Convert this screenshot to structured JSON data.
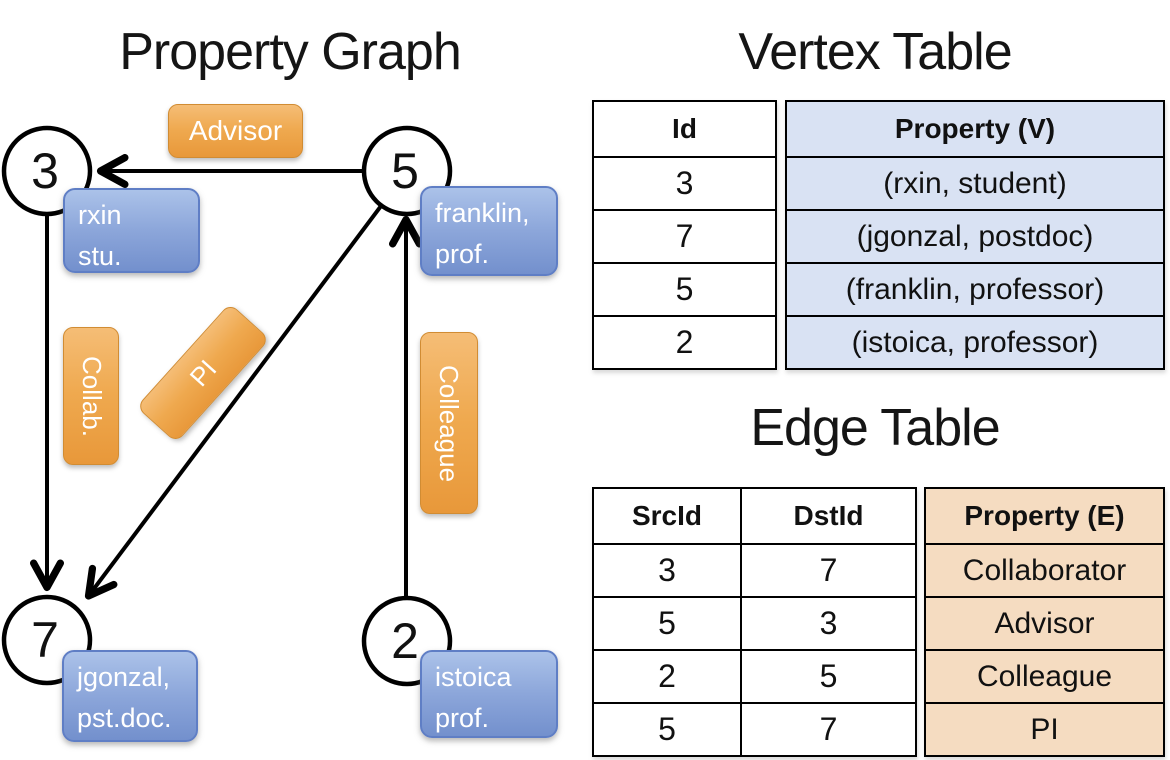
{
  "panel_graph": {
    "title": "Property Graph",
    "nodes": [
      {
        "id": "3",
        "prop1": "rxin",
        "prop2": "stu."
      },
      {
        "id": "5",
        "prop1": "franklin,",
        "prop2": "prof."
      },
      {
        "id": "7",
        "prop1": "jgonzal,",
        "prop2": "pst.doc."
      },
      {
        "id": "2",
        "prop1": "istoica",
        "prop2": "prof."
      }
    ],
    "edge_labels": {
      "advisor": "Advisor",
      "collab": "Collab.",
      "pi": "PI",
      "colleague": "Colleague"
    }
  },
  "panel_vertex": {
    "title": "Vertex Table",
    "col_id": "Id",
    "col_property": "Property (V)",
    "rows": [
      {
        "id": "3",
        "property": "(rxin, student)"
      },
      {
        "id": "7",
        "property": "(jgonzal, postdoc)"
      },
      {
        "id": "5",
        "property": "(franklin, professor)"
      },
      {
        "id": "2",
        "property": "(istoica, professor)"
      }
    ]
  },
  "panel_edge": {
    "title": "Edge Table",
    "col_src": "SrcId",
    "col_dst": "DstId",
    "col_property": "Property (E)",
    "rows": [
      {
        "src": "3",
        "dst": "7",
        "property": "Collaborator"
      },
      {
        "src": "5",
        "dst": "3",
        "property": "Advisor"
      },
      {
        "src": "2",
        "dst": "5",
        "property": "Colleague"
      },
      {
        "src": "5",
        "dst": "7",
        "property": "PI"
      }
    ]
  },
  "colors": {
    "edge_label_orange": "#efa94f",
    "vertex_box_blue": "#8ca6da",
    "vertex_cell_blue": "#d9e2f3",
    "edge_cell_peach": "#f5dcc1",
    "line": "#000000"
  }
}
